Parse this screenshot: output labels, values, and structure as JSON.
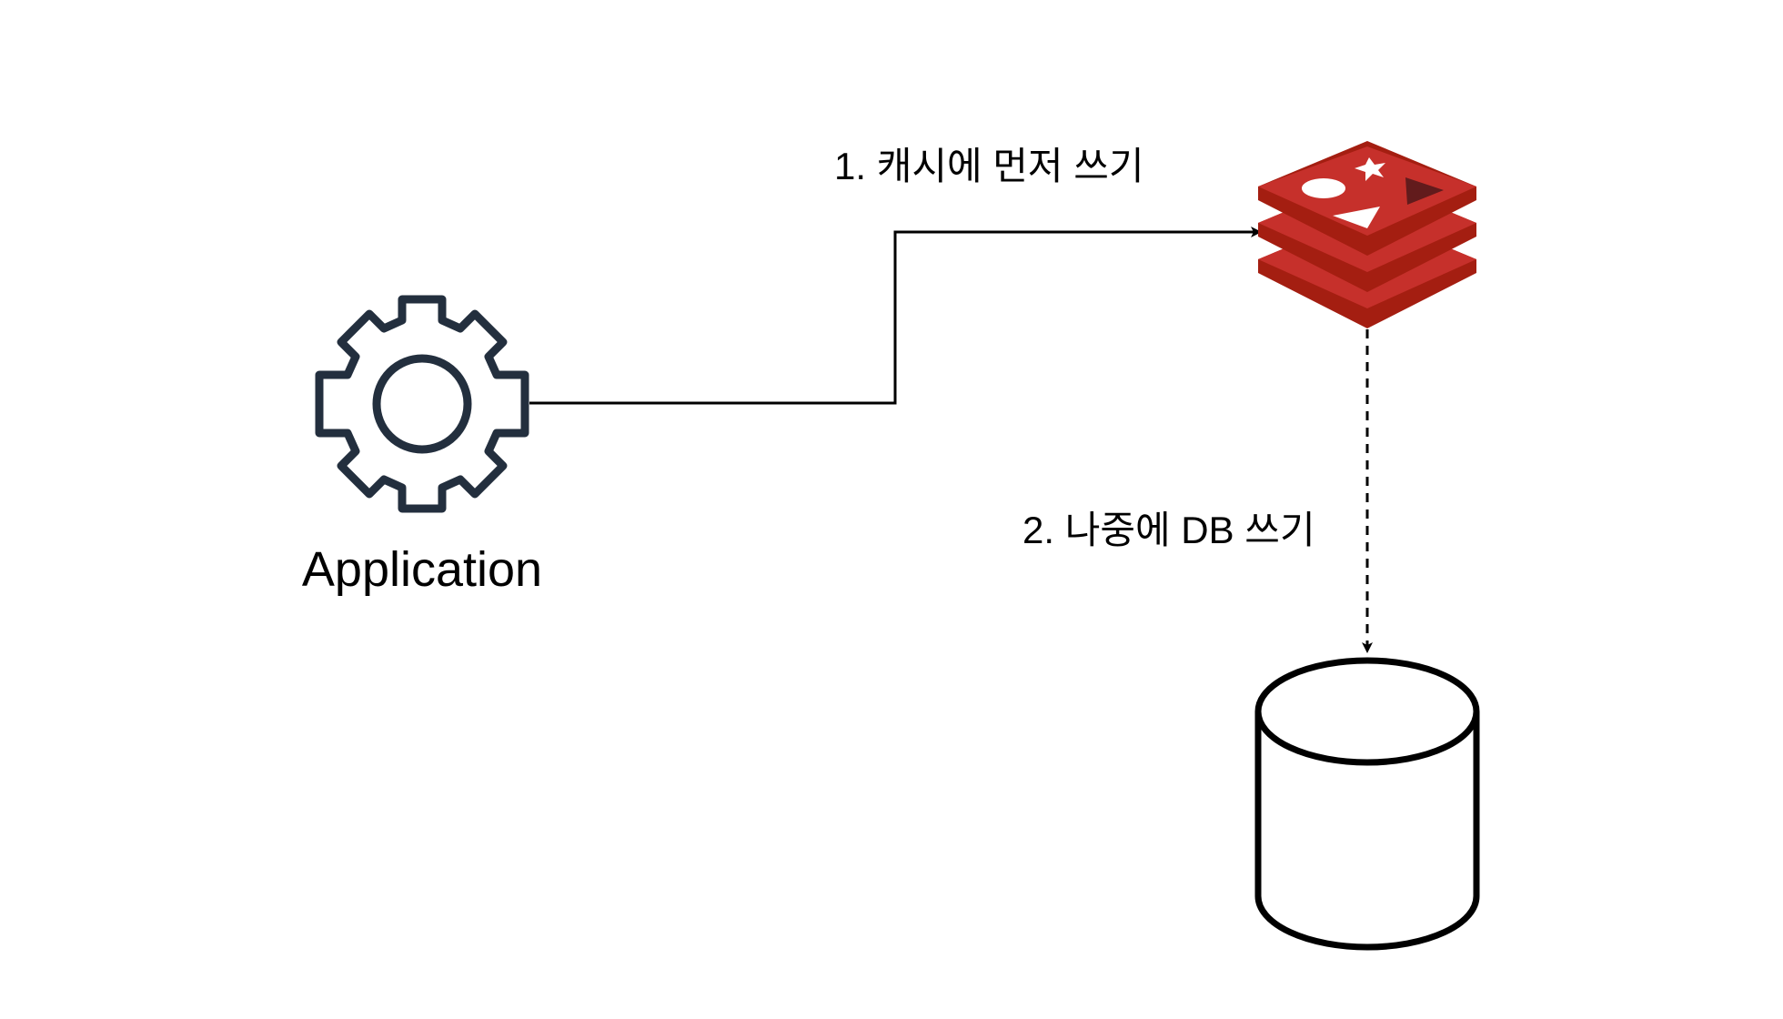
{
  "nodes": {
    "application": {
      "label": "Application",
      "icon": "gear-icon"
    },
    "cache": {
      "label": "",
      "icon": "redis-icon"
    },
    "database": {
      "label": "",
      "icon": "database-cylinder-icon"
    }
  },
  "edges": {
    "app_to_cache": {
      "label": "1. 캐시에 먼저 쓰기",
      "style": "solid"
    },
    "cache_to_db": {
      "label": "2. 나중에 DB 쓰기",
      "style": "dashed"
    }
  },
  "colors": {
    "gear": "#232f3e",
    "redis_light": "#c6302b",
    "redis_dark": "#a41e11",
    "redis_shadow": "#7a0c00",
    "line": "#000000"
  }
}
